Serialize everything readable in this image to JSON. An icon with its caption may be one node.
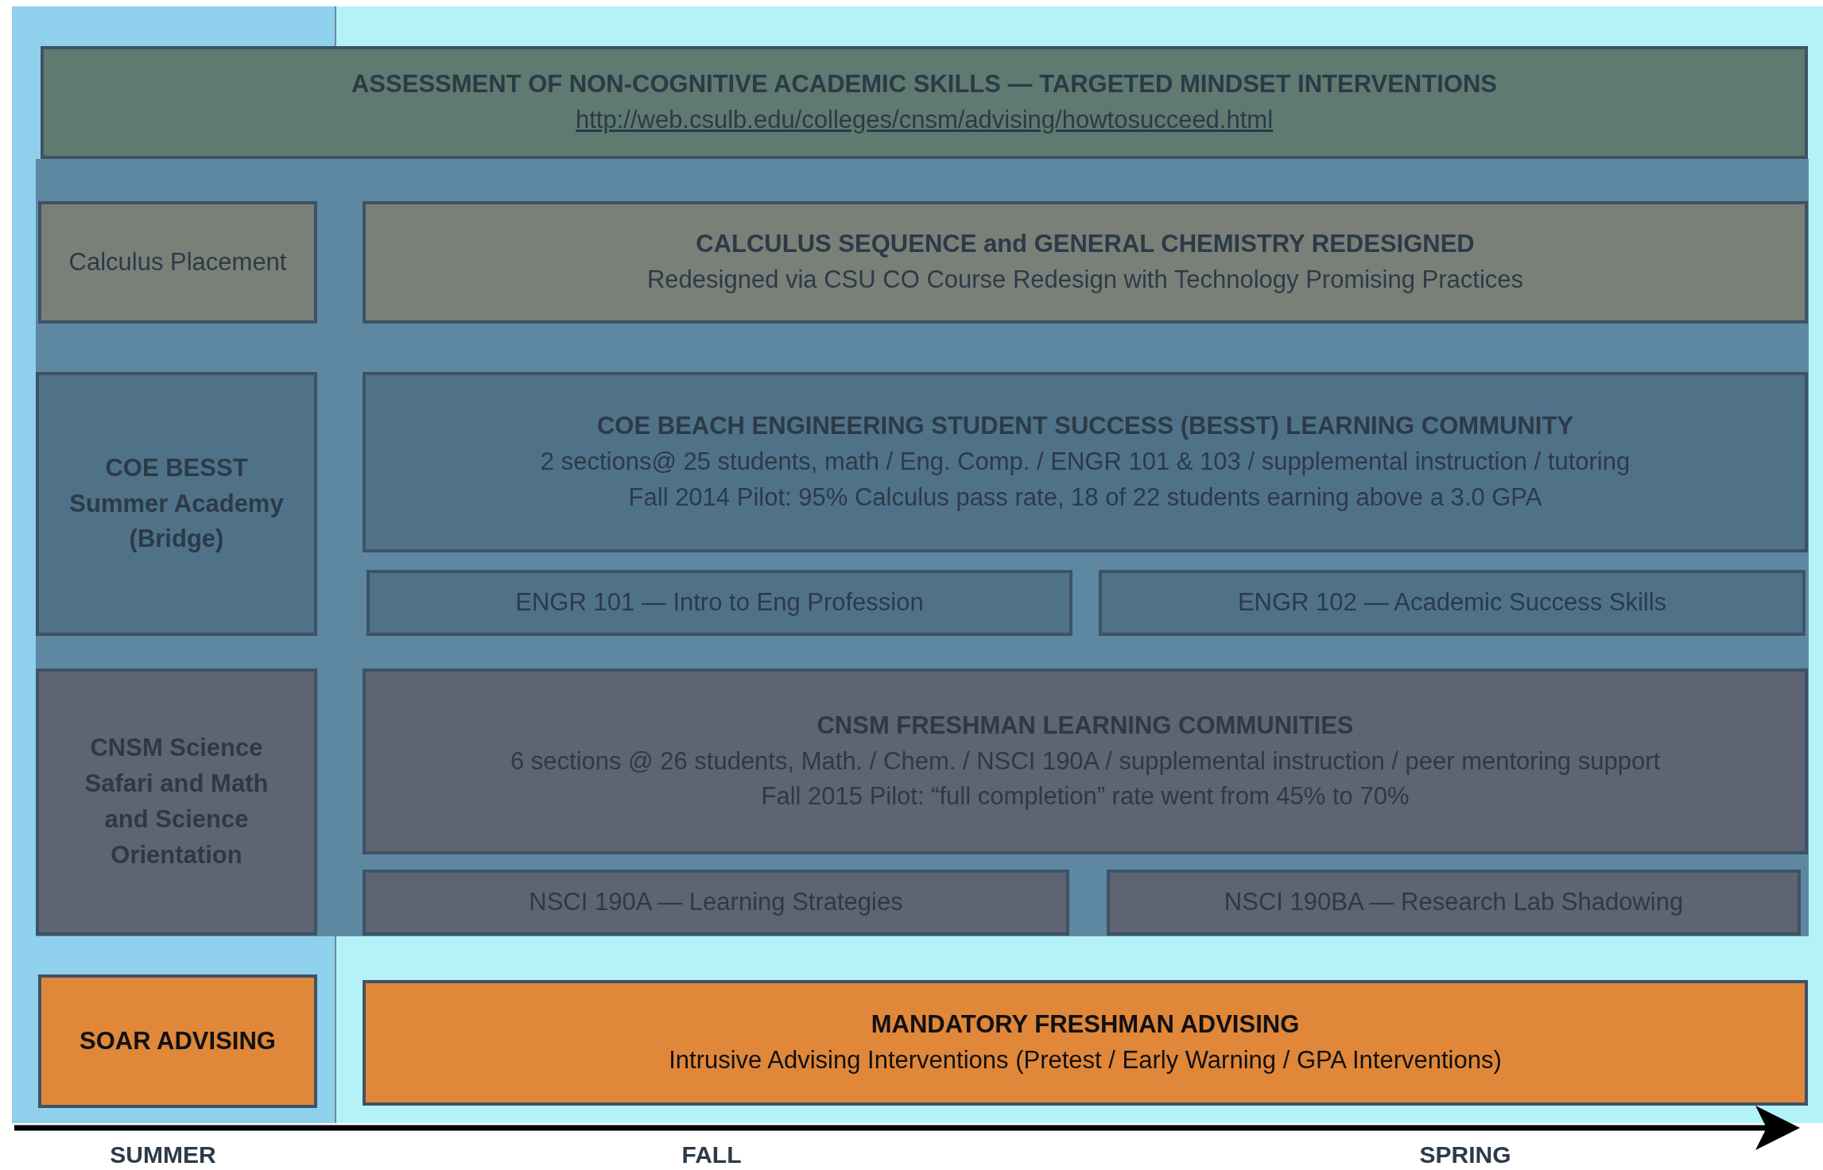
{
  "diagram": {
    "nodes": [
      {
        "text": [
          "ASSESSMENT OF NON-COGNITIVE ACADEMIC SKILLS — TARGETED MINDSET INTERVENTIONS",
          "http://web.csulb.edu/colleges/cnsm/advising/howtosucceed.html"
        ]
      },
      {
        "text": [
          "Calculus Placement"
        ]
      },
      {
        "text": [
          "CALCULUS SEQUENCE and GENERAL CHEMISTRY REDESIGNED",
          "Redesigned via CSU CO Course Redesign with Technology Promising Practices"
        ]
      },
      {
        "text": [
          "COE BESST Summer Academy (Bridge)"
        ]
      },
      {
        "text": [
          "COE BEACH ENGINEERING STUDENT SUCCESS (BESST) LEARNING COMMUNITY",
          "2 sections@ 25 students, math / Eng. Comp. / ENGR 101 & 103 / supplemental instruction / tutoring",
          "Fall 2014 Pilot: 95% Calculus pass rate, 18 of 22 students earning above a 3.0 GPA"
        ]
      },
      {
        "text": [
          "ENGR 101 — Intro to Eng Profession"
        ]
      },
      {
        "text": [
          "ENGR 102 — Academic Success Skills"
        ]
      },
      {
        "text": [
          "CNSM Science Safari and Math and Science Orientation"
        ]
      },
      {
        "text": [
          "CNSM FRESHMAN LEARNING COMMUNITIES",
          "6 sections @ 26 students, Math. / Chem. / NSCI 190A / supplemental instruction / peer mentoring support",
          "Fall 2015 Pilot: “full completion” rate went from 45% to 70%"
        ]
      },
      {
        "text": [
          "NSCI 190A — Learning Strategies"
        ]
      },
      {
        "text": [
          "NSCI 190BA — Research Lab Shadowing"
        ]
      },
      {
        "text": [
          "SOAR ADVISING"
        ]
      },
      {
        "text": [
          "MANDATORY FRESHMAN ADVISING",
          "Intrusive Advising Interventions (Pretest / Early Warning / GPA Interventions)"
        ]
      }
    ],
    "labels": [
      "SUMMER",
      "FALL",
      "SPRING"
    ]
  }
}
